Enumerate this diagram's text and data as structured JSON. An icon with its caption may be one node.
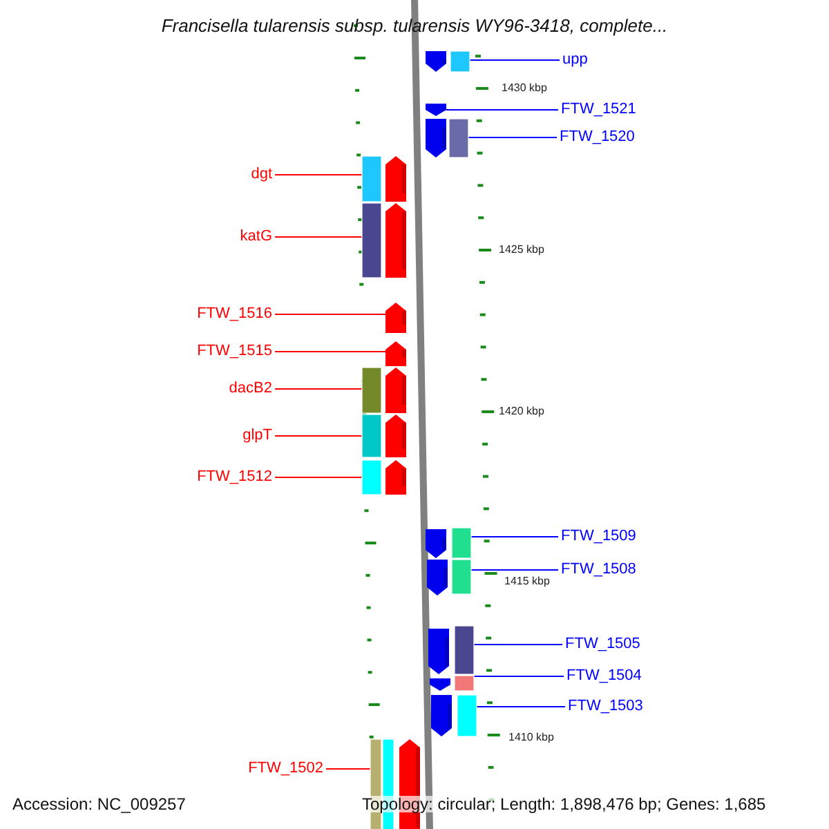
{
  "diagram": {
    "title": "Francisella tularensis subsp. tularensis WY96-3418, complete...",
    "nodes": [
      {
        "text": [
          "upp"
        ]
      },
      {
        "text": [],
        "shape": "bar"
      },
      {
        "text": [
          "FTW_1521"
        ]
      },
      {
        "text": [],
        "shape": "bar"
      },
      {
        "text": [
          "FTW_1520"
        ]
      },
      {
        "text": [],
        "shape": "bar"
      },
      {
        "text": [
          "dgt"
        ]
      },
      {
        "text": [],
        "shape": "bar"
      },
      {
        "text": [
          "katG"
        ]
      },
      {
        "text": [],
        "shape": "bar"
      },
      {
        "text": [
          "FTW_1516"
        ]
      },
      {
        "text": [],
        "shape": "bar"
      },
      {
        "text": [
          "FTW_1515"
        ]
      },
      {
        "text": [],
        "shape": "bar"
      },
      {
        "text": [
          "dacB2"
        ]
      },
      {
        "text": [],
        "shape": "bar"
      },
      {
        "text": [
          "glpT"
        ]
      },
      {
        "text": [],
        "shape": "bar"
      },
      {
        "text": [
          "FTW_1512"
        ]
      },
      {
        "text": [],
        "shape": "bar"
      },
      {
        "text": [
          "FTW_1509"
        ]
      },
      {
        "text": [],
        "shape": "bar"
      },
      {
        "text": [
          "FTW_1508"
        ]
      },
      {
        "text": [],
        "shape": "bar"
      },
      {
        "text": [
          "FTW_1505"
        ]
      },
      {
        "text": [],
        "shape": "bar"
      },
      {
        "text": [
          "FTW_1504"
        ]
      },
      {
        "text": [],
        "shape": "bar"
      },
      {
        "text": [
          "FTW_1503"
        ]
      },
      {
        "text": [],
        "shape": "bar"
      },
      {
        "text": [
          "FTW_1502"
        ]
      },
      {
        "text": [],
        "shape": "bar"
      }
    ],
    "edges": [
      {
        "from": 0,
        "to": 1,
        "arrow": "none",
        "color": "#0000ff"
      },
      {
        "from": 2,
        "to": 3,
        "arrow": "none",
        "color": "#0000ff"
      },
      {
        "from": 4,
        "to": 5,
        "arrow": "none",
        "color": "#0000ff"
      },
      {
        "from": 6,
        "to": 7,
        "arrow": "none",
        "color": "#ff0000"
      },
      {
        "from": 8,
        "to": 9,
        "arrow": "none",
        "color": "#ff0000"
      },
      {
        "from": 10,
        "to": 11,
        "arrow": "none",
        "color": "#ff0000"
      },
      {
        "from": 12,
        "to": 13,
        "arrow": "none",
        "color": "#ff0000"
      },
      {
        "from": 14,
        "to": 15,
        "arrow": "none",
        "color": "#ff0000"
      },
      {
        "from": 16,
        "to": 17,
        "arrow": "none",
        "color": "#ff0000"
      },
      {
        "from": 18,
        "to": 19,
        "arrow": "none",
        "color": "#ff0000"
      },
      {
        "from": 20,
        "to": 21,
        "arrow": "none",
        "color": "#0000ff"
      },
      {
        "from": 22,
        "to": 23,
        "arrow": "none",
        "color": "#0000ff"
      },
      {
        "from": 24,
        "to": 25,
        "arrow": "none",
        "color": "#0000ff"
      },
      {
        "from": 26,
        "to": 27,
        "arrow": "none",
        "color": "#0000ff"
      },
      {
        "from": 28,
        "to": 29,
        "arrow": "none",
        "color": "#0000ff"
      },
      {
        "from": 30,
        "to": 31,
        "arrow": "none",
        "color": "#ff0000"
      }
    ],
    "labels": [
      "1430 kbp",
      "1425 kbp",
      "1420 kbp",
      "1415 kbp",
      "1410 kbp",
      "Accession: NC_009257",
      "Topology: circular; Length: 1,898,476 bp; Genes: 1,685"
    ]
  }
}
